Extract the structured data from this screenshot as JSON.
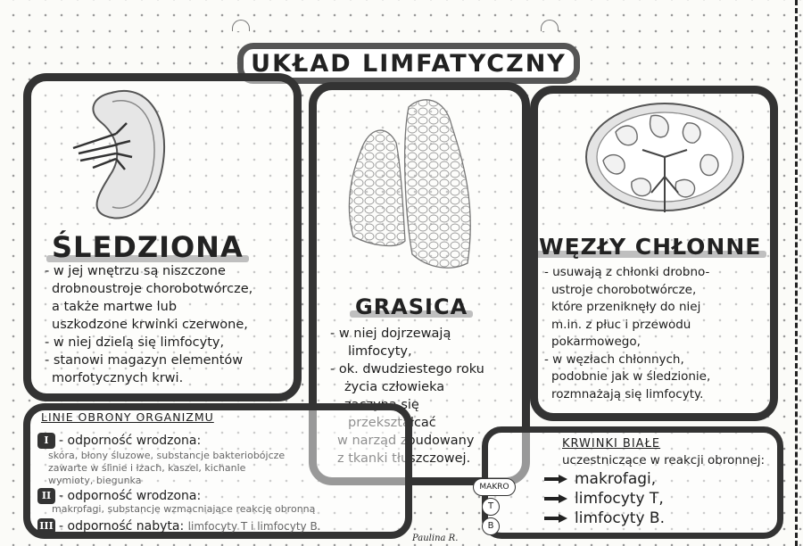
{
  "title": "UKŁAD LIMFATYCZNY",
  "spleen": {
    "heading": "ŚLEDZIONA",
    "lines": [
      "- w jej wnętrzu są niszczone",
      "drobnoustroje chorobotwórcze,",
      "a także martwe lub",
      "uszkodzone krwinki czerwone,",
      "- w niej dzielą się limfocyty,",
      "- stanowi magazyn elementów",
      "morfotycznych krwi."
    ]
  },
  "thymus": {
    "heading": "GRASICA",
    "lines": [
      "- w niej dojrzewają",
      "limfocyty,",
      "- ok. dwudziestego roku",
      "życia człowieka",
      "zaczyna się",
      "przekształcać",
      "w narząd zbudowany",
      "z tkanki tłuszczowej."
    ]
  },
  "nodes": {
    "heading": "WĘZŁY CHŁONNE",
    "lines": [
      "- usuwają z chłonki drobno-",
      "ustroje chorobotwórcze,",
      "które przeniknęły do niej",
      "m.in. z płuc i przewodu",
      "pokarmowego,",
      "- w węzłach chłonnych,",
      "podobnie jak w śledzionie,",
      "rozmnażają się limfocyty."
    ]
  },
  "defense": {
    "heading": "LINIE OBRONY ORGANIZMU",
    "first_num": "I",
    "first_label": "- odporność wrodzona:",
    "first_detail": [
      "skóra, błony śluzowe, substancje bakteriobójcze",
      "zawarte w ślinie i łzach, kaszel, kichanie",
      "wymioty, biegunka"
    ],
    "second_num": "II",
    "second_label": "- odporność wrodzona:",
    "second_detail": "makrofagi, substancje wzmacniające reakcję obronną",
    "third_num": "III",
    "third_label": "- odporność nabyta:",
    "third_detail": "limfocyty T i limfocyty B."
  },
  "white_cells": {
    "heading": "KRWINKI BIAŁE",
    "intro": "uczestniczące w reakcji obronnej:",
    "items": [
      "makrofagi,",
      "limfocyty T,",
      "limfocyty B."
    ],
    "badges": [
      "MAKRO",
      "T",
      "B"
    ]
  },
  "signature": "Paulina R."
}
